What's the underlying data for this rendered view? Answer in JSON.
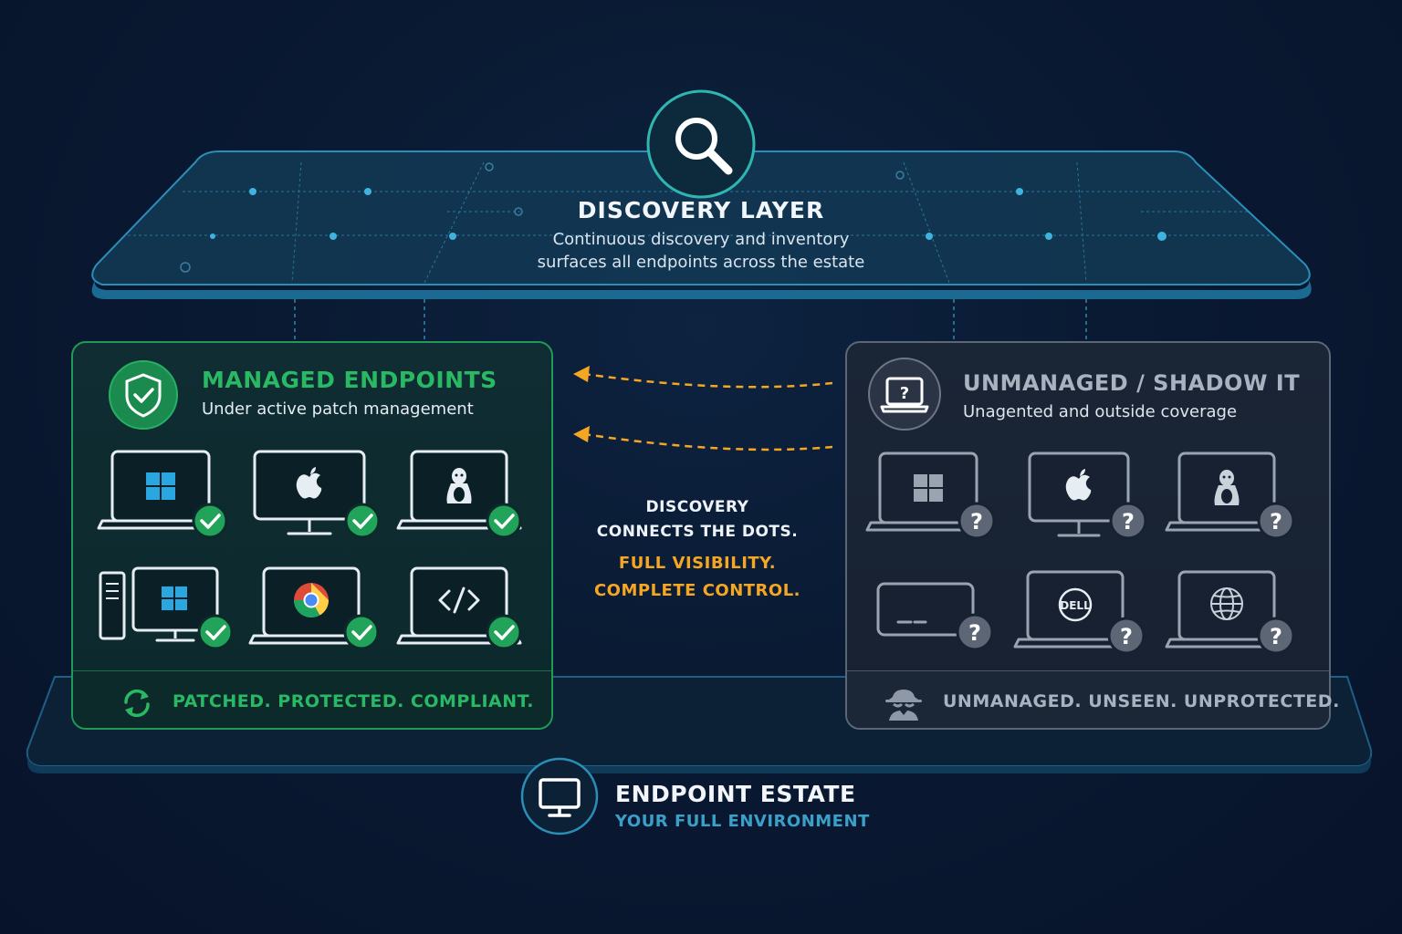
{
  "discovery": {
    "title": "DISCOVERY LAYER",
    "subtitle_line1": "Continuous discovery and inventory",
    "subtitle_line2": "surfaces all endpoints across the estate",
    "icon": "search-icon"
  },
  "managed": {
    "title": "MANAGED ENDPOINTS",
    "subtitle": "Under active patch management",
    "footer": "PATCHED. PROTECTED. COMPLIANT.",
    "icon": "shield-check-icon",
    "footer_icon": "sync-icon",
    "devices": [
      {
        "name": "windows-laptop",
        "icon": "windows-icon",
        "status": "check"
      },
      {
        "name": "apple-monitor",
        "icon": "apple-icon",
        "status": "check"
      },
      {
        "name": "linux-laptop",
        "icon": "linux-icon",
        "status": "check"
      },
      {
        "name": "windows-desktop-tower",
        "icon": "windows-icon",
        "status": "check"
      },
      {
        "name": "chrome-laptop",
        "icon": "chrome-icon",
        "status": "check"
      },
      {
        "name": "code-laptop",
        "icon": "code-icon",
        "status": "check"
      }
    ],
    "accent": "#29b864"
  },
  "unmanaged": {
    "title": "UNMANAGED / SHADOW IT",
    "subtitle": "Unagented and outside coverage",
    "footer": "UNMANAGED. UNSEEN. UNPROTECTED.",
    "icon": "laptop-question-icon",
    "footer_icon": "spy-icon",
    "devices": [
      {
        "name": "windows-laptop",
        "icon": "windows-icon",
        "status": "unknown"
      },
      {
        "name": "apple-monitor",
        "icon": "apple-icon",
        "status": "unknown"
      },
      {
        "name": "linux-laptop",
        "icon": "linux-icon",
        "status": "unknown"
      },
      {
        "name": "server-box",
        "icon": "server-icon",
        "status": "unknown"
      },
      {
        "name": "dell-laptop",
        "icon": "dell-logo",
        "status": "unknown"
      },
      {
        "name": "globe-laptop",
        "icon": "globe-icon",
        "status": "unknown"
      }
    ],
    "accent": "#a9b3c0"
  },
  "center": {
    "line1": "DISCOVERY",
    "line2": "CONNECTS THE DOTS.",
    "line3": "FULL VISIBILITY.",
    "line4": "COMPLETE CONTROL.",
    "arrow_color": "#f5a623"
  },
  "estate": {
    "title": "ENDPOINT ESTATE",
    "subtitle": "YOUR FULL ENVIRONMENT",
    "icon": "monitor-icon"
  }
}
